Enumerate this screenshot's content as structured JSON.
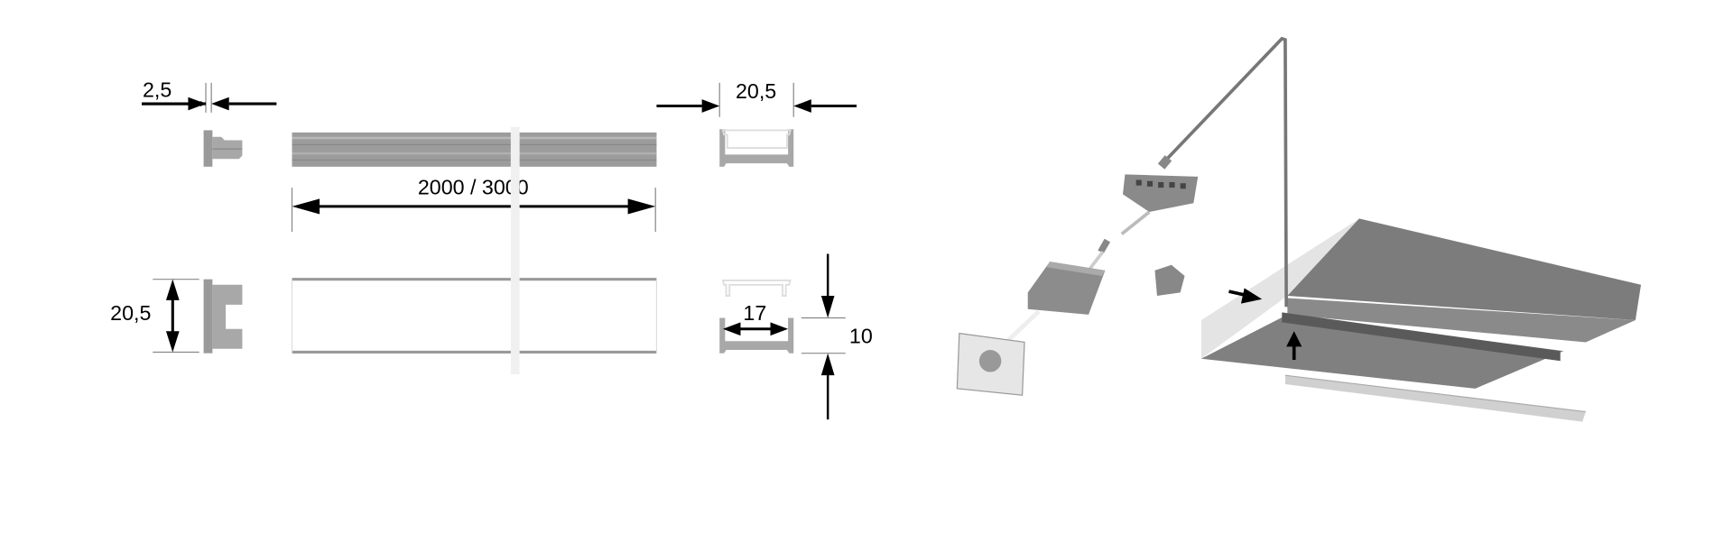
{
  "dimensions": {
    "cap_thickness": "2,5",
    "profile_width_top": "20,5",
    "profile_length": "2000 / 3000",
    "profile_width_side": "20,5",
    "inner_width": "17",
    "height": "10"
  },
  "colors": {
    "profile_gray": "#9a9a9a",
    "dark_gray": "#7a7a7a",
    "light_face": "#e4e4e4",
    "arrow": "#000000"
  }
}
